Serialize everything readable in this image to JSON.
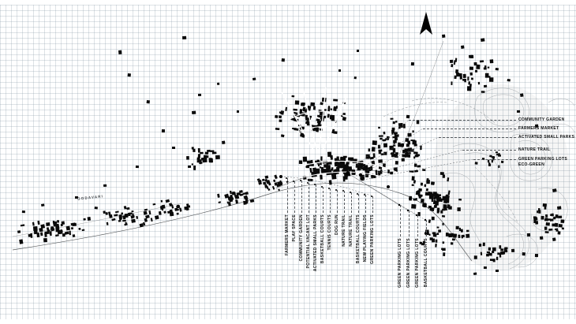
{
  "page": {
    "kind": "urban activation strategy map"
  },
  "icons": {
    "north_arrow": "north-arrow"
  },
  "map_labels": {
    "water": "GODAVARI"
  },
  "colors": {
    "building": "#0a0a0a",
    "grid": "#c9d1d8",
    "contour": "#a7acb0",
    "leader": "#55595d"
  },
  "right_callouts": [
    {
      "label": "COMMUNITY GARDEN"
    },
    {
      "label": "FARMERS MARKET"
    },
    {
      "label": "ACTIVATED SMALL PARKS"
    },
    {
      "label": "NATURE TRAIL"
    },
    {
      "label": "GREEN PARKING LOTS",
      "label2": "ECO-GREEN"
    }
  ],
  "bottom_callouts": [
    {
      "label": "FARMERS MARKET"
    },
    {
      "label": "PLAY SPACE"
    },
    {
      "label": "COMMUNITY GARDEN"
    },
    {
      "label": "POTENTIAL VACANT LOT"
    },
    {
      "label": "ACTIVATED SMALL PARKS"
    },
    {
      "label": "BASKETBALL COURTS"
    },
    {
      "label": "TENNIS COURTS"
    },
    {
      "label": "DOG RUN"
    },
    {
      "label": "NATURE TRAIL"
    },
    {
      "label": "NATURE TRAIL"
    },
    {
      "label": "BASKETBALL COURTS"
    },
    {
      "label": "NEW PLAYING FIELDS"
    },
    {
      "label": "GREEN PARKING LOTS"
    },
    {
      "label": "GREEN PARKING LOTS"
    },
    {
      "label": "GREEN PARKING LOTS"
    },
    {
      "label": "GREEN PARKING LOTS"
    },
    {
      "label": "BASKETBALL COURTS"
    }
  ]
}
